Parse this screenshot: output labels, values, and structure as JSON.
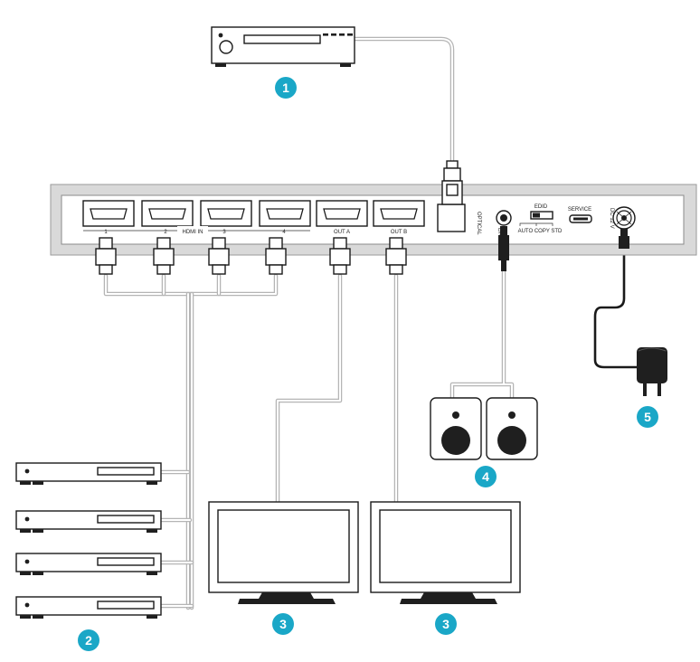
{
  "switch_labels": {
    "in1": "1",
    "in2": "2",
    "hdmi_in": "HDMI IN",
    "in3": "3",
    "in4": "4",
    "out_a": "OUT A",
    "out_b": "OUT B",
    "optical": "OPTICAL",
    "lr": "L/R",
    "edid": "EDID",
    "edid_modes": "AUTO COPY STD",
    "service": "SERVICE",
    "dc": "DC 12 V"
  },
  "callouts": [
    "1",
    "2",
    "3",
    "3",
    "4",
    "5"
  ],
  "colors": {
    "badge": "#1aa7c7",
    "panel": "#d9d9d9",
    "cable": "#b5b5b5"
  }
}
